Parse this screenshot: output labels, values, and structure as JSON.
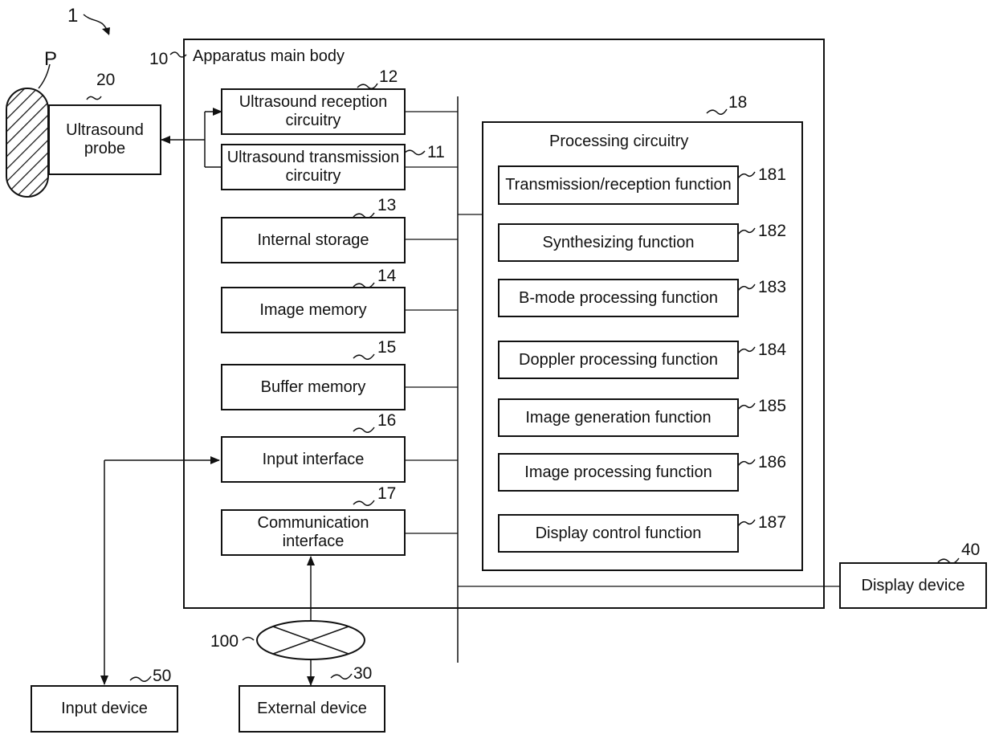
{
  "system": {
    "ref": "1"
  },
  "patient": {
    "ref": "P"
  },
  "probe": {
    "ref": "20",
    "label": "Ultrasound\nprobe"
  },
  "main_body": {
    "ref": "10",
    "label": "Apparatus main body"
  },
  "reception": {
    "ref": "12",
    "label": "Ultrasound reception\ncircuitry"
  },
  "transmission": {
    "ref": "11",
    "label": "Ultrasound transmission\ncircuitry"
  },
  "internal_storage": {
    "ref": "13",
    "label": "Internal storage"
  },
  "image_memory": {
    "ref": "14",
    "label": "Image memory"
  },
  "buffer_memory": {
    "ref": "15",
    "label": "Buffer memory"
  },
  "input_interface": {
    "ref": "16",
    "label": "Input interface"
  },
  "communication_interface": {
    "ref": "17",
    "label": "Communication\ninterface"
  },
  "processing": {
    "ref": "18",
    "label": "Processing circuitry",
    "functions": [
      {
        "ref": "181",
        "label": "Transmission/reception function"
      },
      {
        "ref": "182",
        "label": "Synthesizing function"
      },
      {
        "ref": "183",
        "label": "B-mode processing function"
      },
      {
        "ref": "184",
        "label": "Doppler processing function"
      },
      {
        "ref": "185",
        "label": "Image generation function"
      },
      {
        "ref": "186",
        "label": "Image processing function"
      },
      {
        "ref": "187",
        "label": "Display control function"
      }
    ]
  },
  "display_device": {
    "ref": "40",
    "label": "Display device"
  },
  "network": {
    "ref": "100"
  },
  "external_device": {
    "ref": "30",
    "label": "External device"
  },
  "input_device": {
    "ref": "50",
    "label": "Input device"
  }
}
